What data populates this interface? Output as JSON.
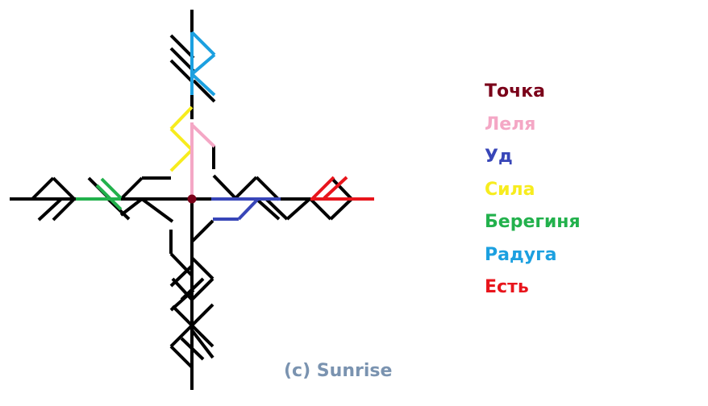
{
  "colors": {
    "black": "#000000",
    "tochka": "#7a0019",
    "lelya": "#f4a7c5",
    "ud": "#3846b8",
    "sila": "#f7ec1e",
    "beregina": "#22b14c",
    "raduga": "#1ca0e0",
    "est": "#e8151c",
    "copyright": "#7a93b0"
  },
  "legend": [
    {
      "label": "Точка",
      "color": "#7a0019"
    },
    {
      "label": "Леля",
      "color": "#f4a7c5"
    },
    {
      "label": "Уд",
      "color": "#3846b8"
    },
    {
      "label": "Сила",
      "color": "#f7ec1e"
    },
    {
      "label": "Берегиня",
      "color": "#22b14c"
    },
    {
      "label": "Радуга",
      "color": "#1ca0e0"
    },
    {
      "label": "Есть",
      "color": "#e8151c"
    }
  ],
  "copyright": "(c) Sunrise"
}
